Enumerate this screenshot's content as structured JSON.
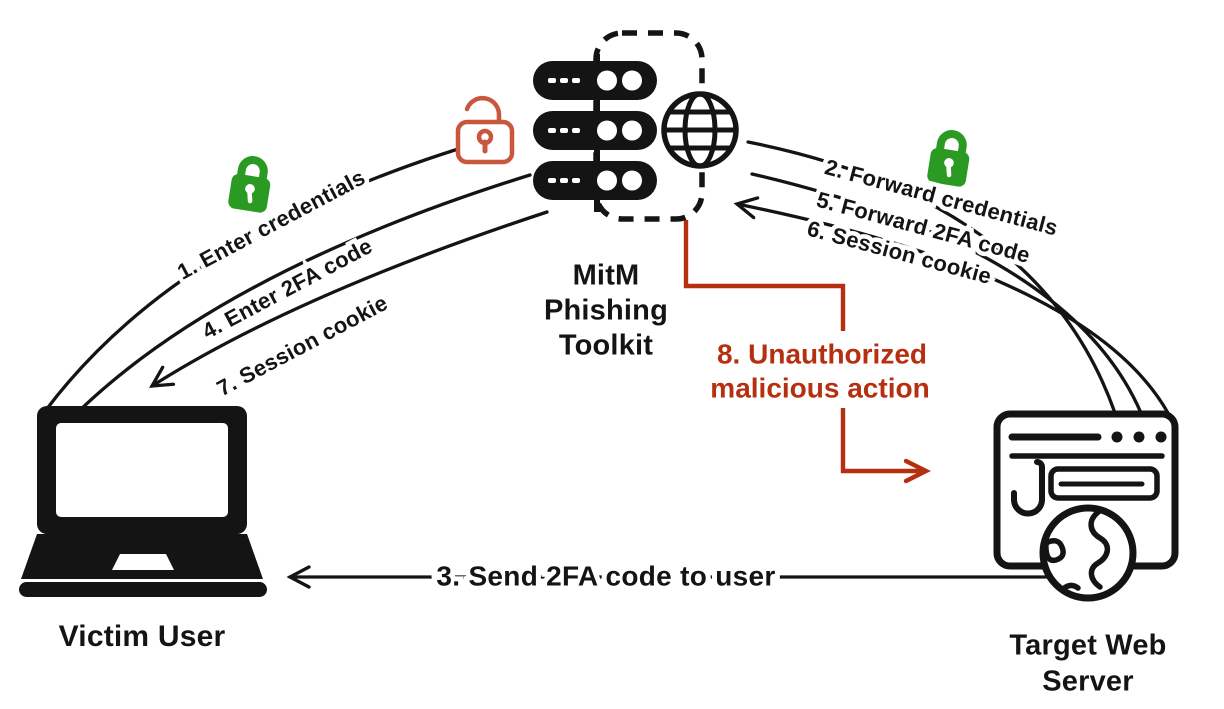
{
  "colors": {
    "ink": "#141414",
    "secure_green": "#2b9a22",
    "insecure_red": "#c8573d",
    "attack_red": "#b53010"
  },
  "nodes": {
    "victim": {
      "label": "Victim User"
    },
    "toolkit": {
      "lines": [
        "MitM",
        "Phishing",
        "Toolkit"
      ]
    },
    "server": {
      "lines": [
        "Target Web",
        "Server"
      ]
    }
  },
  "flows": {
    "victim_to_toolkit": {
      "steps": [
        "1. Enter credentials",
        "4. Enter 2FA code",
        "7. Session cookie"
      ]
    },
    "toolkit_to_server": {
      "steps": [
        "2. Forward credentials",
        "5. Forward 2FA code",
        "6. Session cookie"
      ]
    },
    "server_to_victim": {
      "label": "3. Send 2FA code to user"
    },
    "attack": {
      "lines": [
        "8. Unauthorized",
        "malicious action"
      ]
    }
  },
  "icons": {
    "victim": "laptop-icon",
    "toolkit": "server-stack-and-globe-icon",
    "server": "browser-with-hook-and-globe-icon",
    "secure_left": "locked-padlock-icon",
    "secure_right": "locked-padlock-icon",
    "insecure": "unlocked-padlock-icon"
  }
}
